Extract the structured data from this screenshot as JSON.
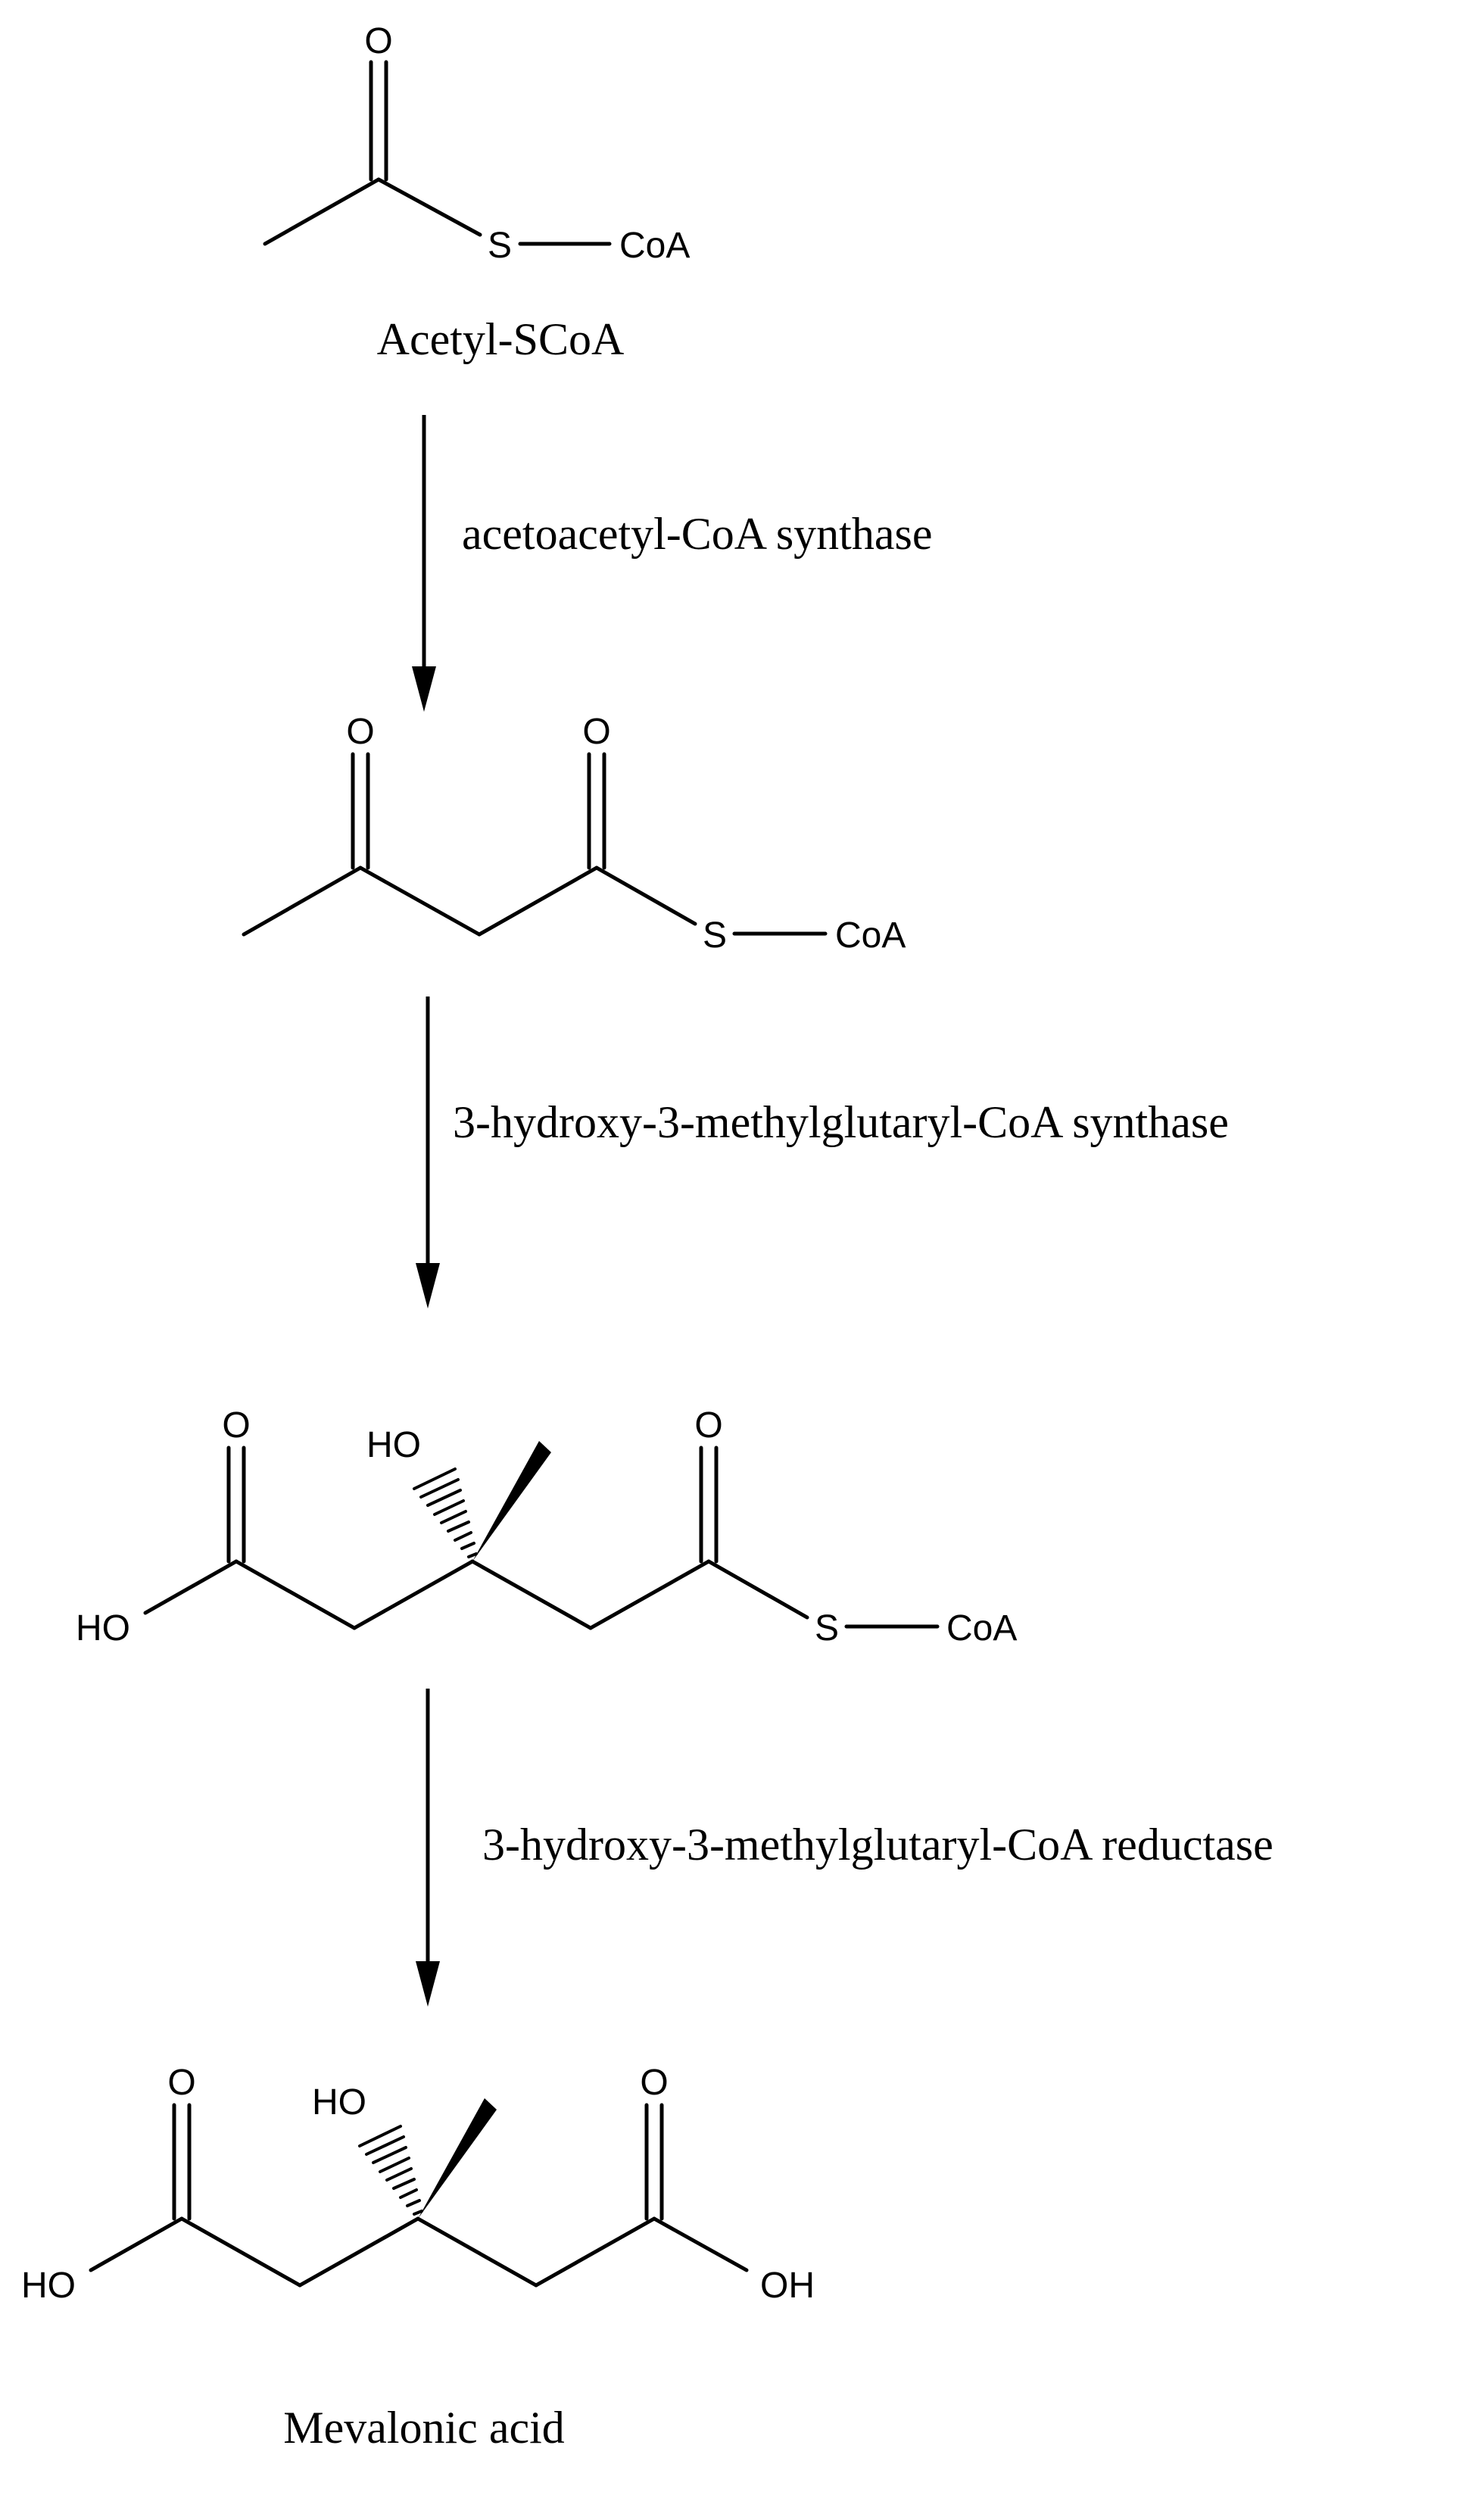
{
  "molecules": {
    "acetyl": {
      "name": "Acetyl-SCoA",
      "atoms": {
        "o": "O",
        "s": "S",
        "coa": "CoA"
      }
    },
    "acetoacetyl": {
      "atoms": {
        "o1": "O",
        "o2": "O",
        "s": "S",
        "coa": "CoA"
      }
    },
    "hmg": {
      "atoms": {
        "o1": "O",
        "ho_left": "HO",
        "ho_center": "HO",
        "o2": "O",
        "s": "S",
        "coa": "CoA"
      }
    },
    "mevalonic": {
      "name": "Mevalonic acid",
      "atoms": {
        "o1": "O",
        "ho_left": "HO",
        "ho_center": "HO",
        "o2": "O",
        "oh_right": "OH"
      }
    }
  },
  "steps": [
    {
      "enzyme": "acetoacetyl-CoA synthase"
    },
    {
      "enzyme": "3-hydroxy-3-methylglutaryl-CoA synthase"
    },
    {
      "enzyme": "3-hydroxy-3-methylglutaryl-CoA reductase"
    }
  ]
}
